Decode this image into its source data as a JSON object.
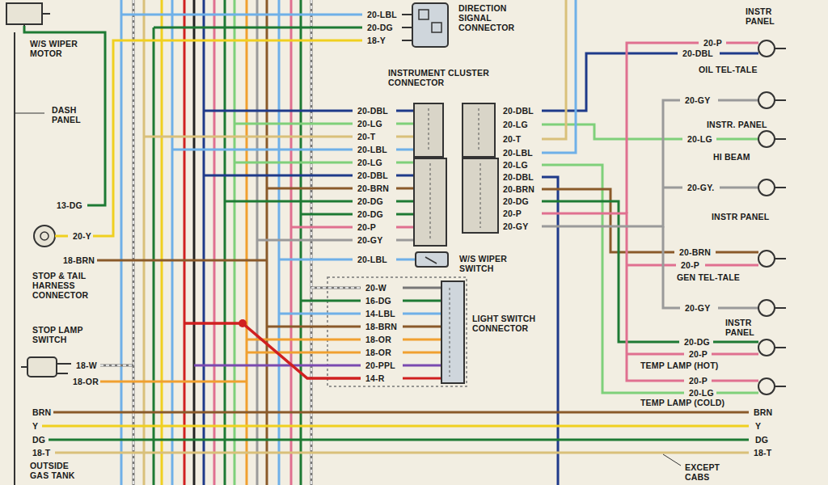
{
  "diagram": {
    "labels": [
      "W/S WIPER MOTOR",
      "DASH PANEL",
      "13-DG",
      "20-Y",
      "18-BRN",
      "STOP & TAIL HARNESS CONNECTOR",
      "STOP LAMP SWITCH",
      "18-W",
      "18-OR",
      "BRN",
      "Y",
      "DG",
      "18-T",
      "OUTSIDE GAS TANK",
      "20-LBL",
      "20-DG",
      "18-Y",
      "DIRECTION SIGNAL CONNECTOR",
      "INSTRUMENT CLUSTER CONNECTOR",
      "20-DBL",
      "20-LG",
      "20-T",
      "20-LBL",
      "20-LG",
      "20-DBL",
      "20-BRN",
      "20-DG",
      "20-DG",
      "20-P",
      "20-GY",
      "20-DBL",
      "20-LG",
      "20-T",
      "20-LBL",
      "20-LG",
      "20-DBL",
      "20-BRN",
      "20-DG",
      "20-P",
      "20-GY",
      "20-LBL",
      "W/S WIPER SWITCH",
      "20-W",
      "16-DG",
      "14-LBL",
      "18-BRN",
      "18-OR",
      "18-OR",
      "20-PPL",
      "14-R",
      "LIGHT SWITCH CONNECTOR",
      "INSTR PANEL",
      "20-P",
      "20-DBL",
      "OIL TEL-TALE",
      "20-GY",
      "INSTR. PANEL",
      "20-LG",
      "HI BEAM",
      "20-GY.",
      "INSTR PANEL",
      "20-BRN",
      "20-P",
      "GEN TEL-TALE",
      "20-GY",
      "INSTR PANEL",
      "20-DG",
      "20-P",
      "TEMP LAMP (HOT)",
      "20-P",
      "20-LG",
      "TEMP LAMP (COLD)",
      "BRN",
      "Y",
      "DG",
      "18-T",
      "EXCEPT CABS"
    ]
  }
}
